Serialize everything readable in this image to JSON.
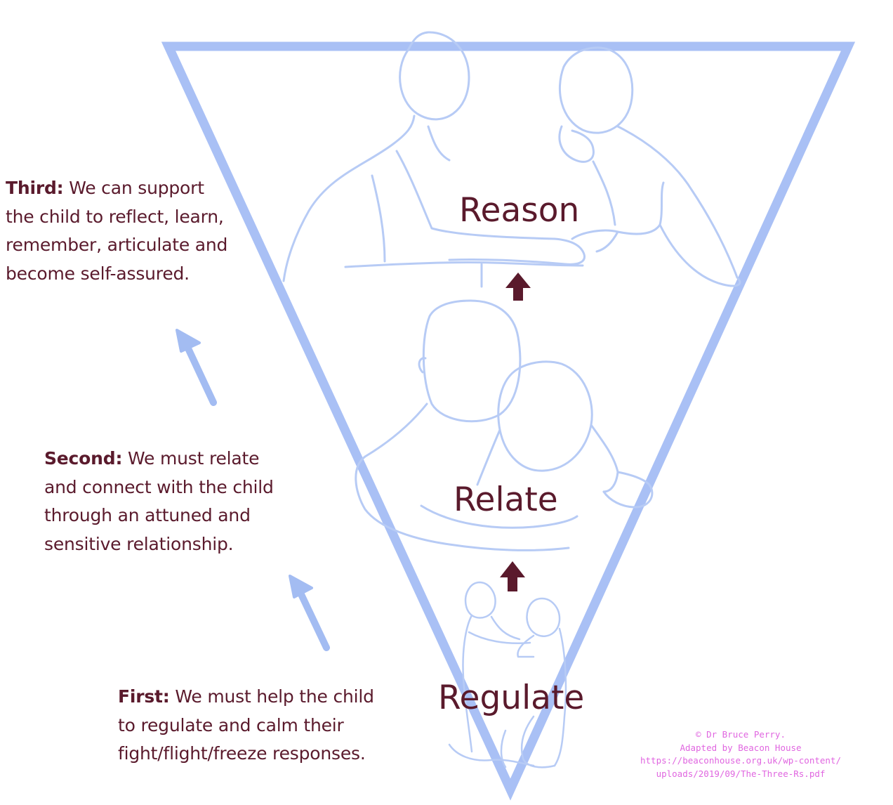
{
  "steps": {
    "third": {
      "lead": "Third:",
      "body": " We can support the child to reflect, learn, remember, articulate and become self-assured."
    },
    "second": {
      "lead": "Second:",
      "body": " We must relate and connect with the child through an attuned and sensitive relationship."
    },
    "first": {
      "lead": "First:",
      "body": " We must help the child to regulate and calm their fight/flight/freeze responses."
    }
  },
  "stages": {
    "reason": "Reason",
    "relate": "Relate",
    "regulate": "Regulate"
  },
  "credit": {
    "line1": "© Dr Bruce Perry.",
    "line2": "Adapted by Beacon House",
    "line3": "https://beaconhouse.org.uk/wp-content/",
    "line4": "uploads/2019/09/The-Three-Rs.pdf"
  },
  "colors": {
    "triangle": "#a9c0f5",
    "figure_outline": "#b7cbf5",
    "text": "#5a1a2c",
    "dark_arrow": "#5a1a2c",
    "light_arrow": "#a3bcf2",
    "credit": "#e066e0"
  }
}
